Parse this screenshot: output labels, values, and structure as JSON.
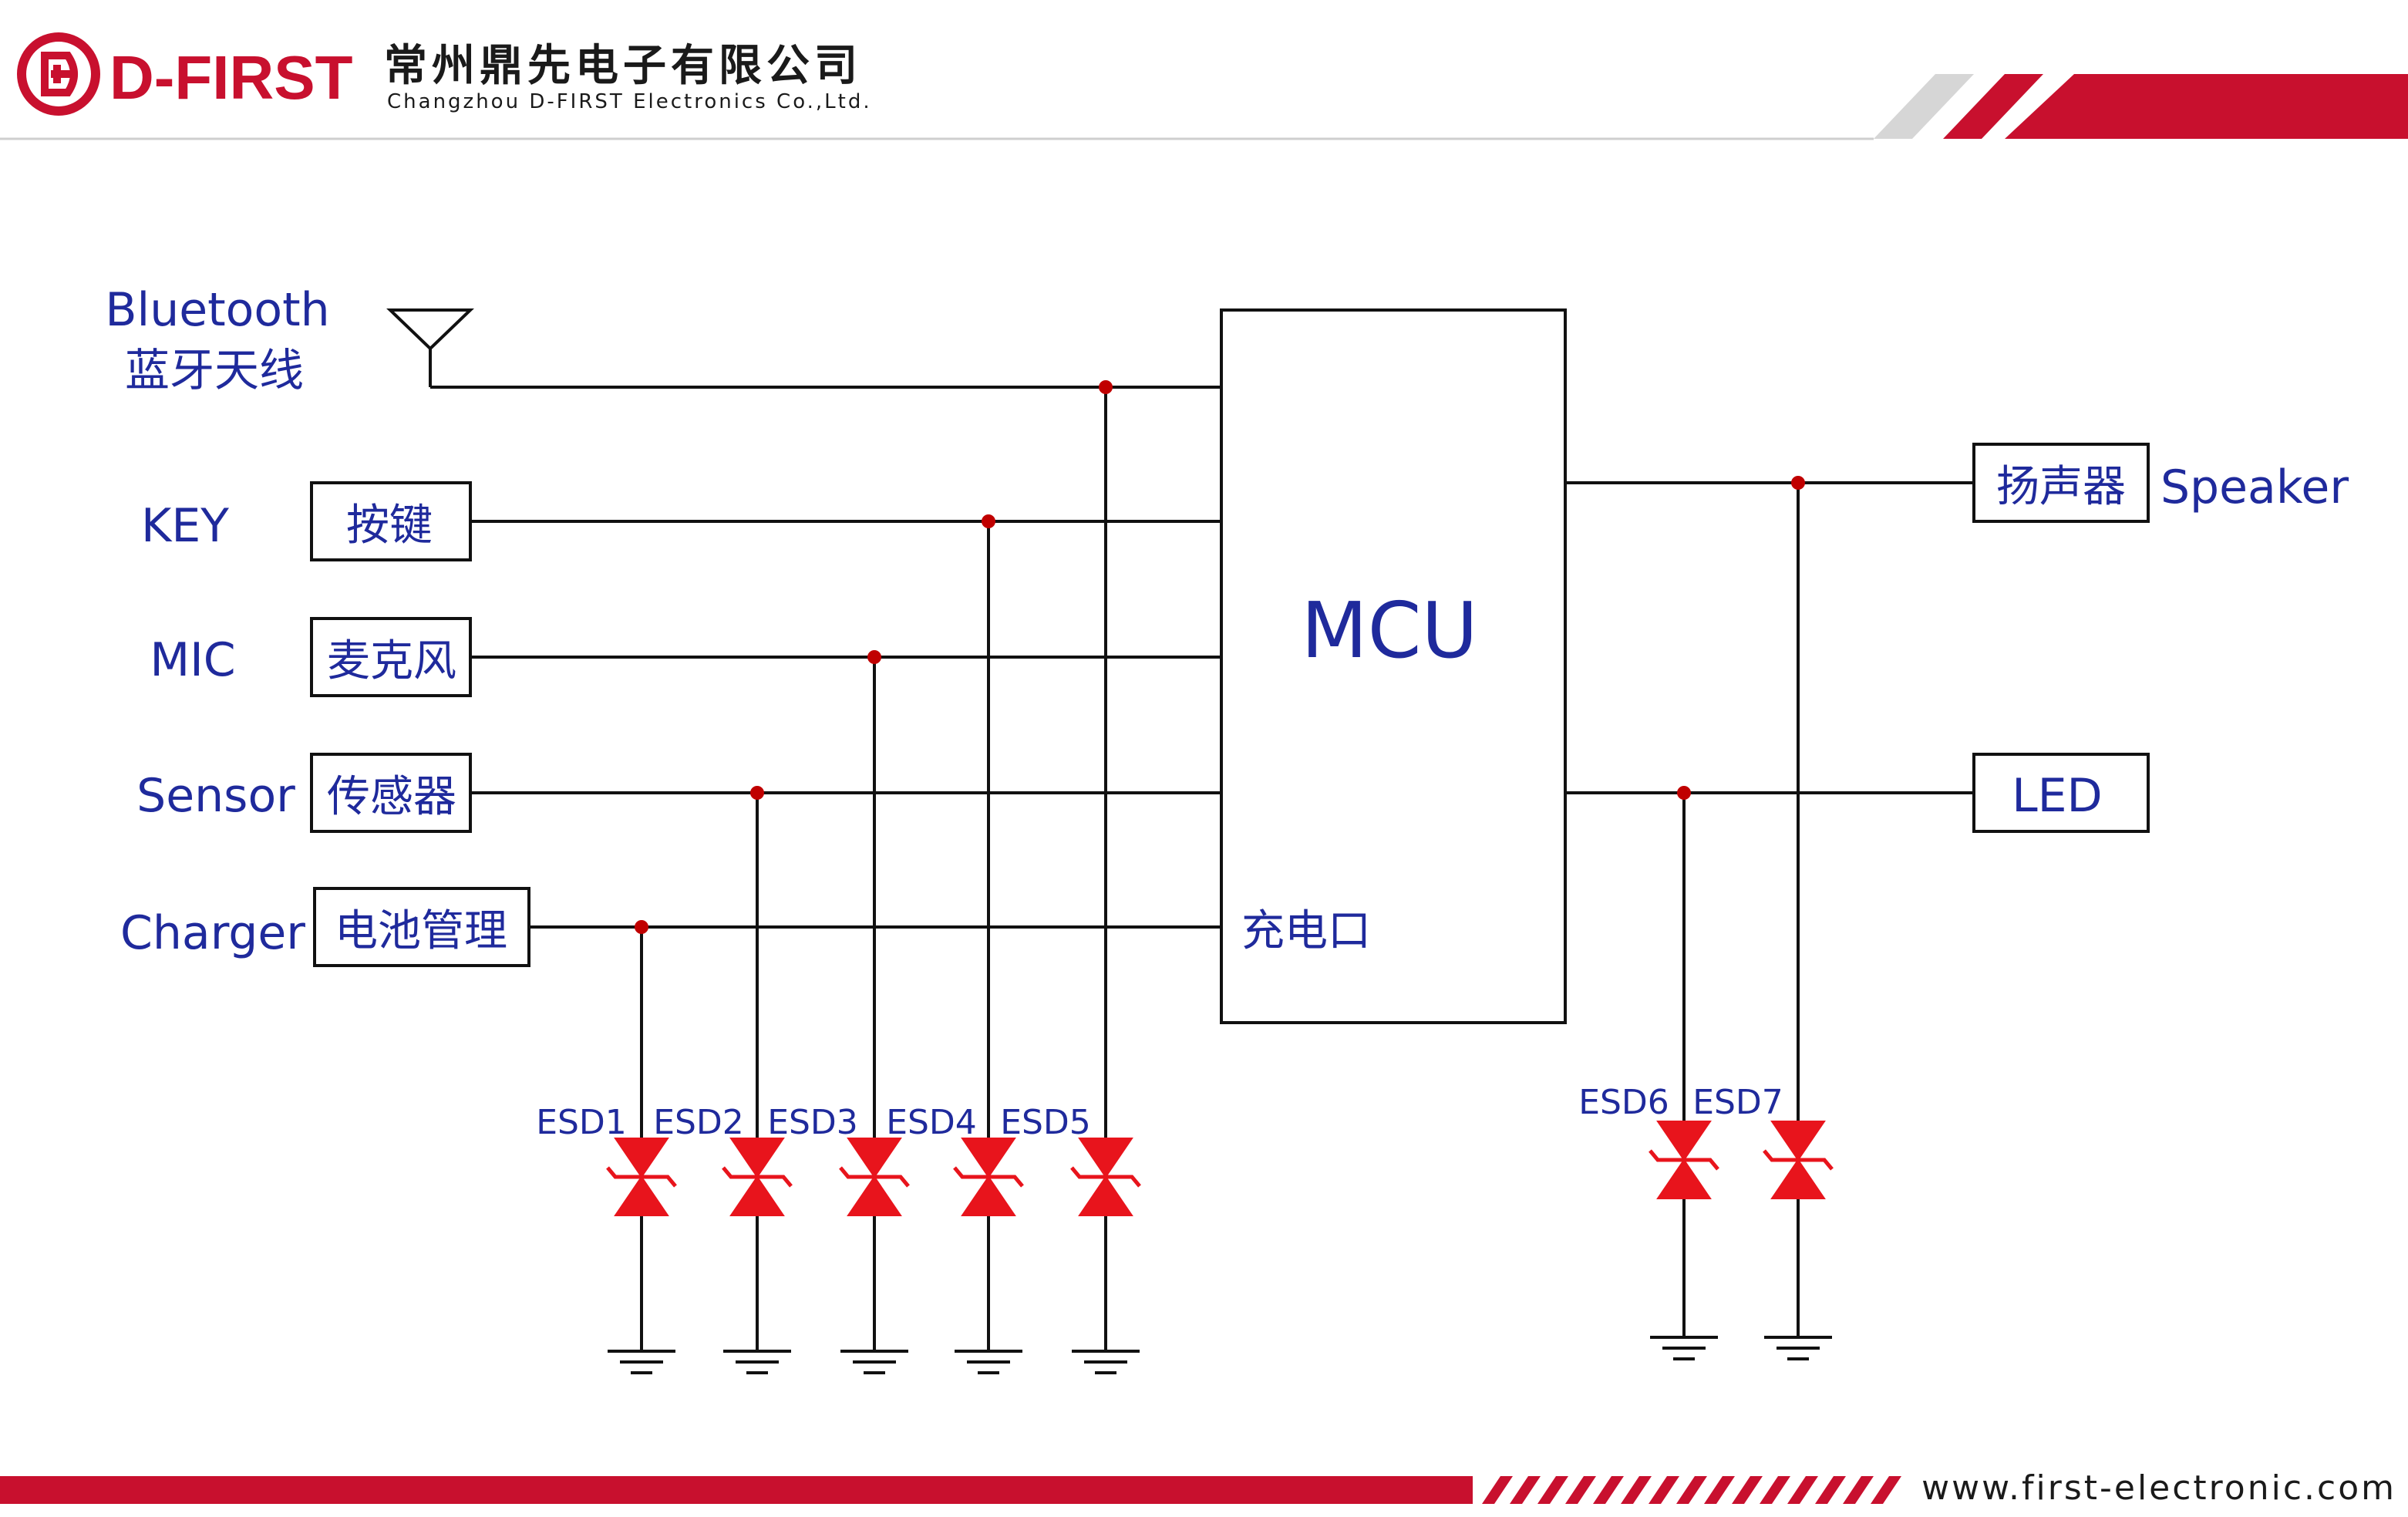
{
  "header": {
    "brand": "D-FIRST",
    "company_cn": "常州鼎先电子有限公司",
    "company_en": "Changzhou D-FIRST Electronics Co.,Ltd.",
    "logo_glyph": "D-FIRST logo mark"
  },
  "footer": {
    "website": "www.first-electronic.com"
  },
  "colors": {
    "brand_red": "#c8102e",
    "label_blue": "#1f2a9c",
    "esd_red": "#e8141c",
    "wire_black": "#111111"
  },
  "diagram": {
    "mcu": {
      "label": "MCU",
      "charge_port": "充电口"
    },
    "antenna": {
      "en": "Bluetooth",
      "cn": "蓝牙天线"
    },
    "inputs": [
      {
        "en": "KEY",
        "cn": "按键"
      },
      {
        "en": "MIC",
        "cn": "麦克风"
      },
      {
        "en": "Sensor",
        "cn": "传感器"
      },
      {
        "en": "Charger",
        "cn": "电池管理"
      }
    ],
    "outputs": [
      {
        "cn": "扬声器",
        "en": "Speaker"
      },
      {
        "cn": "LED",
        "en": ""
      }
    ],
    "esd": [
      "ESD1",
      "ESD2",
      "ESD3",
      "ESD4",
      "ESD5",
      "ESD6",
      "ESD7"
    ]
  }
}
